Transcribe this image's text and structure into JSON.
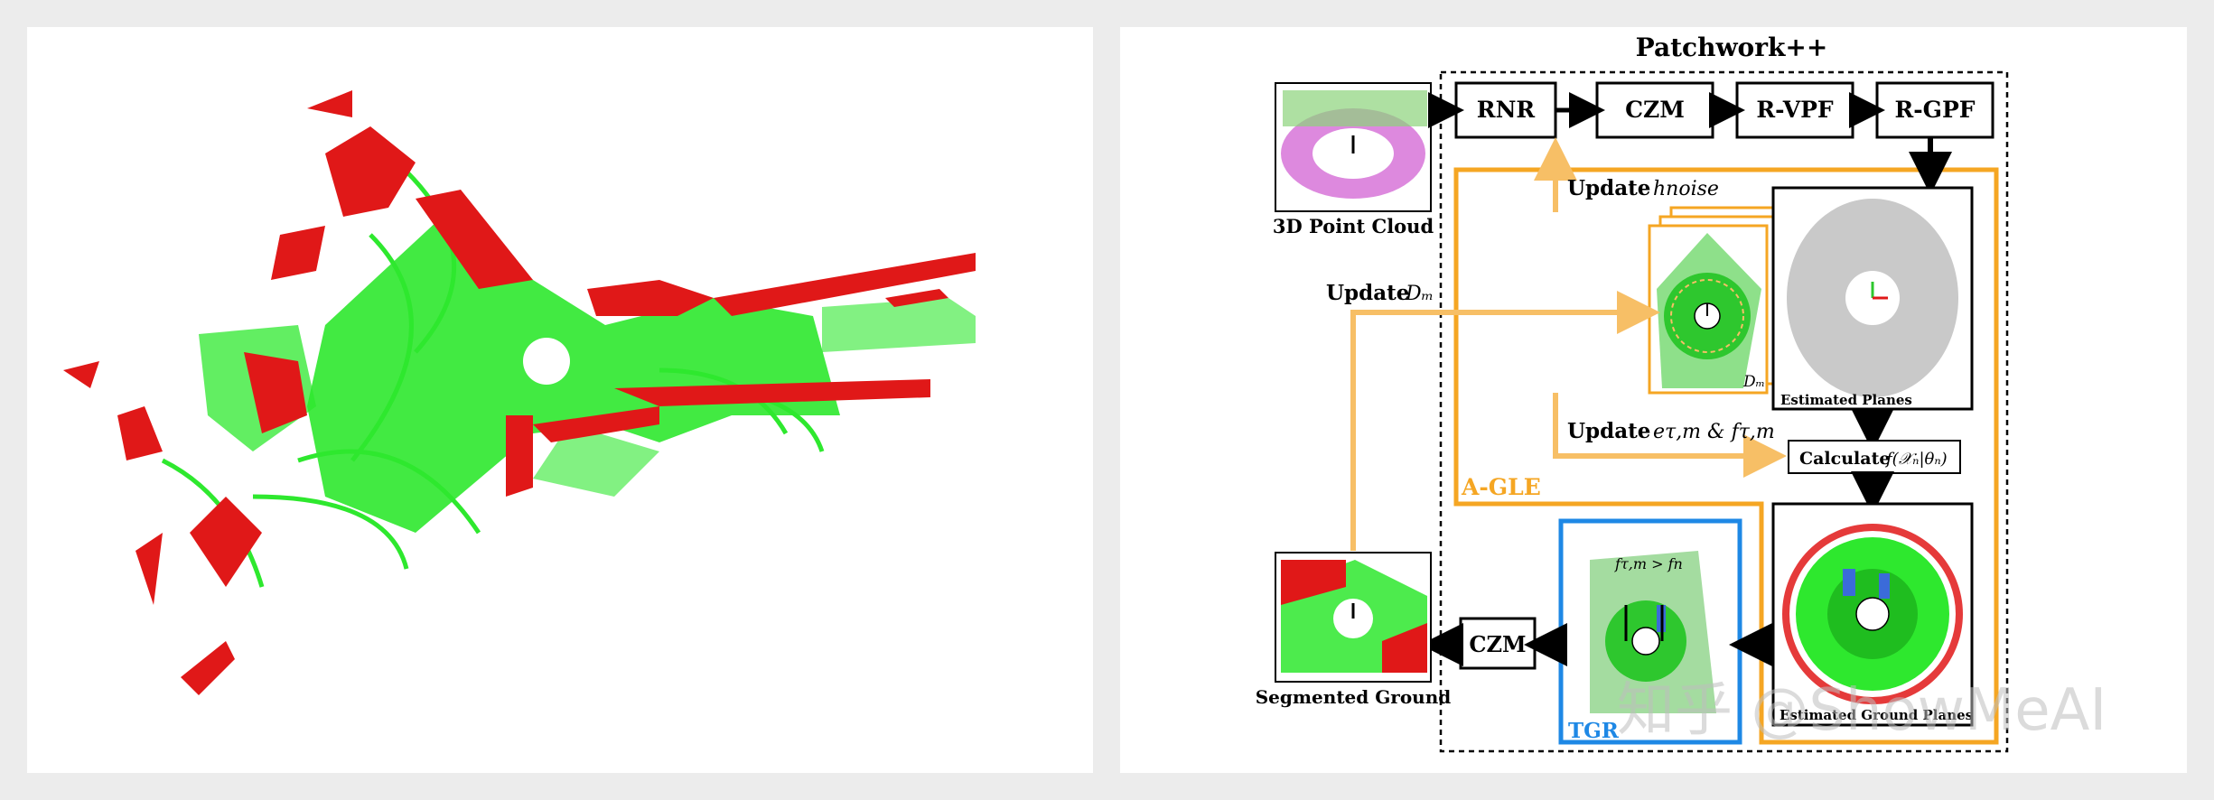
{
  "diagram": {
    "title": "Patchwork++",
    "inputs": {
      "point_cloud_label": "3D Point Cloud",
      "segmented_label": "Segmented Ground"
    },
    "pipeline": {
      "rnr": "RNR",
      "czm": "CZM",
      "rvpf": "R-VPF",
      "rgpf": "R-GPF",
      "czm_out": "CZM"
    },
    "aux_labels": {
      "estimated_planes": "Estimated Planes",
      "estimated_ground_planes": "Estimated Ground Planes",
      "calculate": "Calculate",
      "calculate_math": "f(𝒳ₙ|θₙ)",
      "dm_label": "Dₘ"
    },
    "updates": {
      "h_noise_word": "Update",
      "h_noise_math": "hnoise",
      "dm_word": "Update",
      "dm_math": "Dₘ",
      "e_word": "Update",
      "e_math": "eτ,m & fτ,m"
    },
    "modules": {
      "agle": "A-GLE",
      "tgr": "TGR",
      "tgr_inequality": "fτ,m > fn"
    },
    "watermark": "知乎 @ShowMeAI",
    "colors": {
      "ground": "#2ee82e",
      "nonground": "#e01818",
      "agle_orange": "#f5a623",
      "update_orange": "#f7bf66",
      "tgr_blue": "#1e88e5"
    }
  }
}
